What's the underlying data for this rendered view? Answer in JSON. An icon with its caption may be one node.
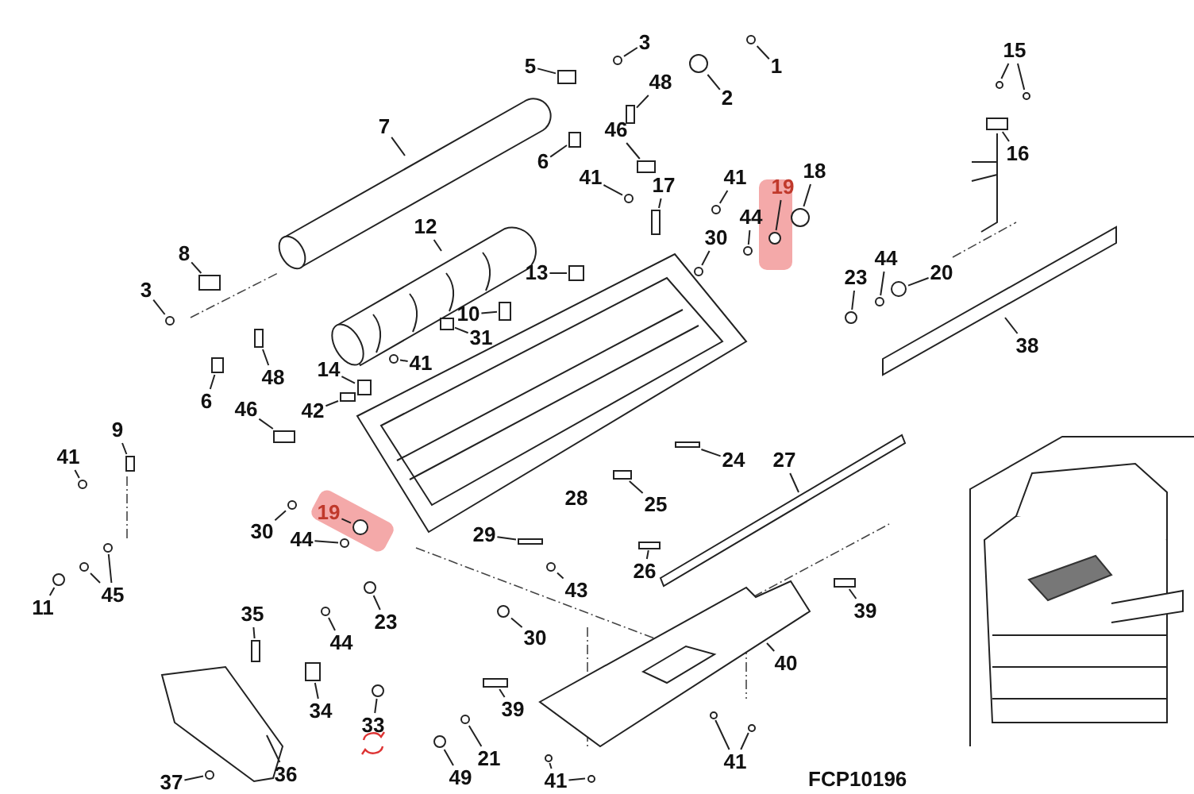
{
  "diagram": {
    "nodes": [
      {
        "text": [
          "1"
        ]
      },
      {
        "text": [
          "2"
        ]
      },
      {
        "text": [
          "3"
        ]
      },
      {
        "text": [
          "5"
        ]
      },
      {
        "text": [
          "15"
        ]
      },
      {
        "text": [
          "48"
        ]
      },
      {
        "text": [
          "7"
        ]
      },
      {
        "text": [
          "46"
        ]
      },
      {
        "text": [
          "16"
        ]
      },
      {
        "text": [
          "6"
        ]
      },
      {
        "text": [
          "41"
        ]
      },
      {
        "text": [
          "41"
        ]
      },
      {
        "text": [
          "18"
        ]
      },
      {
        "text": [
          "19"
        ]
      },
      {
        "text": [
          "17"
        ]
      },
      {
        "text": [
          "44"
        ]
      },
      {
        "text": [
          "12"
        ]
      },
      {
        "text": [
          "30"
        ]
      },
      {
        "text": [
          "8"
        ]
      },
      {
        "text": [
          "13"
        ]
      },
      {
        "text": [
          "23"
        ]
      },
      {
        "text": [
          "44"
        ]
      },
      {
        "text": [
          "20"
        ]
      },
      {
        "text": [
          "3"
        ]
      },
      {
        "text": [
          "10"
        ]
      },
      {
        "text": [
          "31"
        ]
      },
      {
        "text": [
          "38"
        ]
      },
      {
        "text": [
          "41"
        ]
      },
      {
        "text": [
          "14"
        ]
      },
      {
        "text": [
          "48"
        ]
      },
      {
        "text": [
          "6"
        ]
      },
      {
        "text": [
          "46"
        ]
      },
      {
        "text": [
          "42"
        ]
      },
      {
        "text": [
          "9"
        ]
      },
      {
        "text": [
          "41"
        ]
      },
      {
        "text": [
          "24"
        ]
      },
      {
        "text": [
          "27"
        ]
      },
      {
        "text": [
          "28"
        ]
      },
      {
        "text": [
          "25"
        ]
      },
      {
        "text": [
          "30"
        ]
      },
      {
        "text": [
          "19"
        ]
      },
      {
        "text": [
          "29"
        ]
      },
      {
        "text": [
          "44"
        ]
      },
      {
        "text": [
          "26"
        ]
      },
      {
        "text": [
          "43"
        ]
      },
      {
        "text": [
          "11"
        ]
      },
      {
        "text": [
          "45"
        ]
      },
      {
        "text": [
          "35"
        ]
      },
      {
        "text": [
          "23"
        ]
      },
      {
        "text": [
          "39"
        ]
      },
      {
        "text": [
          "30"
        ]
      },
      {
        "text": [
          "44"
        ]
      },
      {
        "text": [
          "40"
        ]
      },
      {
        "text": [
          "34"
        ]
      },
      {
        "text": [
          "39"
        ]
      },
      {
        "text": [
          "33"
        ]
      },
      {
        "text": [
          "21"
        ]
      },
      {
        "text": [
          "41"
        ]
      },
      {
        "text": [
          "36"
        ]
      },
      {
        "text": [
          "49"
        ]
      },
      {
        "text": [
          "41"
        ]
      },
      {
        "text": [
          "37"
        ]
      },
      {
        "text": [],
        "shape": "circle"
      },
      {
        "text": [],
        "shape": "circle"
      },
      {
        "text": [],
        "shape": "circle"
      },
      {
        "text": [],
        "shape": "box"
      },
      {
        "text": [],
        "shape": "circle"
      },
      {
        "text": [],
        "shape": "circle"
      },
      {
        "text": [],
        "shape": "box"
      },
      {
        "text": [],
        "shape": "box"
      },
      {
        "text": [],
        "shape": "box"
      },
      {
        "text": [],
        "shape": "box"
      },
      {
        "text": [],
        "shape": "circle"
      },
      {
        "text": [],
        "shape": "circle"
      },
      {
        "text": [],
        "shape": "circle"
      },
      {
        "text": [],
        "shape": "circle"
      },
      {
        "text": [],
        "shape": "box"
      },
      {
        "text": [],
        "shape": "circle"
      },
      {
        "text": [],
        "shape": "circle"
      },
      {
        "text": [],
        "shape": "box"
      },
      {
        "text": [],
        "shape": "box"
      },
      {
        "text": [],
        "shape": "circle"
      },
      {
        "text": [],
        "shape": "circle"
      },
      {
        "text": [],
        "shape": "circle"
      },
      {
        "text": [],
        "shape": "circle"
      },
      {
        "text": [],
        "shape": "box"
      },
      {
        "text": [],
        "shape": "box"
      },
      {
        "text": [],
        "shape": "circle"
      },
      {
        "text": [],
        "shape": "box"
      },
      {
        "text": [],
        "shape": "box"
      },
      {
        "text": [],
        "shape": "box"
      },
      {
        "text": [],
        "shape": "box"
      },
      {
        "text": [],
        "shape": "box"
      },
      {
        "text": [],
        "shape": "box"
      },
      {
        "text": [],
        "shape": "circle"
      },
      {
        "text": [],
        "shape": "box"
      },
      {
        "text": [],
        "shape": "box"
      },
      {
        "text": [],
        "shape": "circle"
      },
      {
        "text": [],
        "shape": "circle"
      },
      {
        "text": [],
        "shape": "box"
      },
      {
        "text": [],
        "shape": "circle"
      },
      {
        "text": [],
        "shape": "box"
      },
      {
        "text": [],
        "shape": "circle"
      },
      {
        "text": [],
        "shape": "circle"
      },
      {
        "text": [],
        "shape": "circle"
      },
      {
        "text": [],
        "shape": "circle"
      },
      {
        "text": [],
        "shape": "box"
      },
      {
        "text": [],
        "shape": "circle"
      },
      {
        "text": [],
        "shape": "box"
      },
      {
        "text": [],
        "shape": "circle"
      },
      {
        "text": [],
        "shape": "circle"
      },
      {
        "text": [],
        "shape": "box"
      },
      {
        "text": [],
        "shape": "box"
      },
      {
        "text": [],
        "shape": "circle"
      },
      {
        "text": [],
        "shape": "circle"
      },
      {
        "text": [],
        "shape": "circle"
      },
      {
        "text": [],
        "shape": "circle"
      },
      {
        "text": [],
        "shape": "circle"
      },
      {
        "text": [],
        "shape": "circle"
      },
      {
        "text": [],
        "shape": "circle"
      },
      {
        "text": [],
        "shape": "circle"
      }
    ],
    "edges": [
      {
        "from": 0,
        "to": 62,
        "arrow": "none"
      },
      {
        "from": 1,
        "to": 63,
        "arrow": "none"
      },
      {
        "from": 2,
        "to": 64,
        "arrow": "none"
      },
      {
        "from": 3,
        "to": 65,
        "arrow": "none"
      },
      {
        "from": 4,
        "to": 66,
        "arrow": "none"
      },
      {
        "from": 4,
        "to": 67,
        "arrow": "none"
      },
      {
        "from": 5,
        "to": 68,
        "arrow": "none"
      },
      {
        "from": 6,
        "to": null,
        "arrow": "none"
      },
      {
        "from": 7,
        "to": 69,
        "arrow": "none"
      },
      {
        "from": 8,
        "to": 70,
        "arrow": "none"
      },
      {
        "from": 9,
        "to": 71,
        "arrow": "none"
      },
      {
        "from": 10,
        "to": 72,
        "arrow": "none"
      },
      {
        "from": 11,
        "to": 73,
        "arrow": "none"
      },
      {
        "from": 12,
        "to": 74,
        "arrow": "none"
      },
      {
        "from": 13,
        "to": 75,
        "arrow": "none"
      },
      {
        "from": 14,
        "to": 76,
        "arrow": "none"
      },
      {
        "from": 15,
        "to": 77,
        "arrow": "none"
      },
      {
        "from": 16,
        "to": null,
        "arrow": "none"
      },
      {
        "from": 17,
        "to": 78,
        "arrow": "none"
      },
      {
        "from": 18,
        "to": 79,
        "arrow": "none"
      },
      {
        "from": 19,
        "to": 80,
        "arrow": "none"
      },
      {
        "from": 20,
        "to": 81,
        "arrow": "none"
      },
      {
        "from": 21,
        "to": 82,
        "arrow": "none"
      },
      {
        "from": 22,
        "to": 83,
        "arrow": "none"
      },
      {
        "from": 23,
        "to": 84,
        "arrow": "none"
      },
      {
        "from": 24,
        "to": 85,
        "arrow": "none"
      },
      {
        "from": 25,
        "to": 86,
        "arrow": "none"
      },
      {
        "from": 26,
        "to": null,
        "arrow": "none"
      },
      {
        "from": 27,
        "to": 87,
        "arrow": "none"
      },
      {
        "from": 28,
        "to": 88,
        "arrow": "none"
      },
      {
        "from": 29,
        "to": 89,
        "arrow": "none"
      },
      {
        "from": 30,
        "to": 90,
        "arrow": "none"
      },
      {
        "from": 31,
        "to": 91,
        "arrow": "none"
      },
      {
        "from": 32,
        "to": 92,
        "arrow": "none"
      },
      {
        "from": 33,
        "to": 93,
        "arrow": "none"
      },
      {
        "from": 34,
        "to": 94,
        "arrow": "none"
      },
      {
        "from": 35,
        "to": 95,
        "arrow": "none"
      },
      {
        "from": 36,
        "to": null,
        "arrow": "none"
      },
      {
        "from": 38,
        "to": 96,
        "arrow": "none"
      },
      {
        "from": 39,
        "to": 97,
        "arrow": "none"
      },
      {
        "from": 40,
        "to": 98,
        "arrow": "none"
      },
      {
        "from": 41,
        "to": 99,
        "arrow": "none"
      },
      {
        "from": 42,
        "to": 100,
        "arrow": "none"
      },
      {
        "from": 43,
        "to": 101,
        "arrow": "none"
      },
      {
        "from": 44,
        "to": 102,
        "arrow": "none"
      },
      {
        "from": 45,
        "to": 103,
        "arrow": "none"
      },
      {
        "from": 46,
        "to": 104,
        "arrow": "none"
      },
      {
        "from": 46,
        "to": 105,
        "arrow": "none"
      },
      {
        "from": 47,
        "to": 106,
        "arrow": "none"
      },
      {
        "from": 48,
        "to": 107,
        "arrow": "none"
      },
      {
        "from": 49,
        "to": 108,
        "arrow": "none"
      },
      {
        "from": 50,
        "to": 109,
        "arrow": "none"
      },
      {
        "from": 51,
        "to": 110,
        "arrow": "none"
      },
      {
        "from": 52,
        "to": null,
        "arrow": "none"
      },
      {
        "from": 53,
        "to": 111,
        "arrow": "none"
      },
      {
        "from": 54,
        "to": 112,
        "arrow": "none"
      },
      {
        "from": 55,
        "to": 113,
        "arrow": "none"
      },
      {
        "from": 56,
        "to": 114,
        "arrow": "none"
      },
      {
        "from": 57,
        "to": 115,
        "arrow": "none"
      },
      {
        "from": 57,
        "to": 116,
        "arrow": "none"
      },
      {
        "from": 58,
        "to": null,
        "arrow": "none"
      },
      {
        "from": 59,
        "to": 117,
        "arrow": "none"
      },
      {
        "from": 60,
        "to": 118,
        "arrow": "none"
      },
      {
        "from": 60,
        "to": 119,
        "arrow": "none"
      },
      {
        "from": 61,
        "to": 120,
        "arrow": "none"
      }
    ],
    "labels": [
      "FCP10196"
    ]
  }
}
